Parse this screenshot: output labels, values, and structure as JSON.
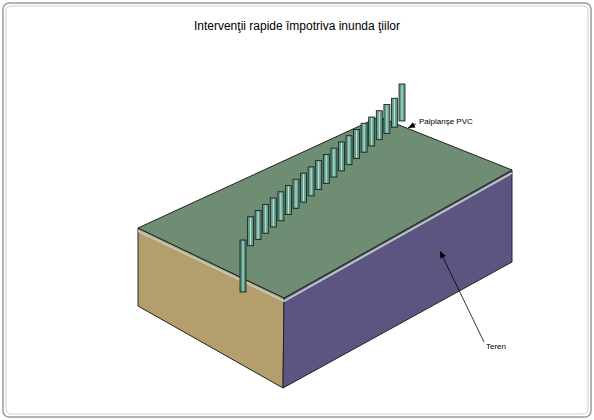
{
  "diagram": {
    "title": "Intervenţii rapide împotriva inunda ţiilor",
    "labels": [
      "Palplanşe PVC",
      "Teren"
    ]
  }
}
